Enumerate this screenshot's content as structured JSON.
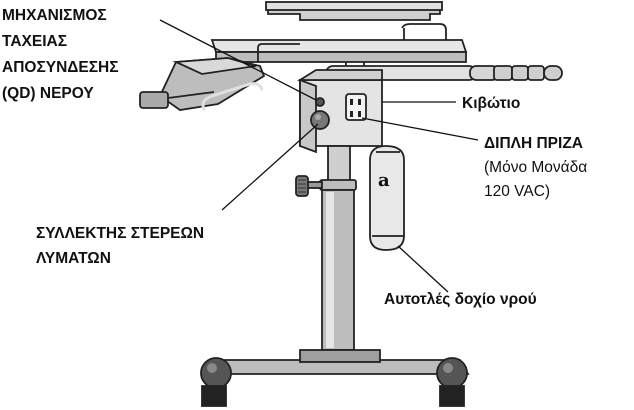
{
  "labels": {
    "qd_line1": "ΜΗΧΑΝΙΣΜΟΣ",
    "qd_line2": "ΤΑΧΕΙΑΣ",
    "qd_line3": "ΑΠΟΣΥΝΔΕΣΗΣ",
    "qd_line4": "(QD) ΝΕΡΟΥ",
    "box": "Κιβώτιο",
    "outlet_title": "ΔΙΠΛΗ ΠΡΙΖΑ",
    "outlet_note1": "(Μόνο Μονάδα",
    "outlet_note2": "120 VAC)",
    "collector_line1": "ΣΥΛΛΕΚΤΗΣ ΣΤΕΡΕΩΝ",
    "collector_line2": "ΛΥΜΑΤΩΝ",
    "reservoir": "Αυτοτλές δοχίο νρού"
  },
  "colors": {
    "outline": "#222222",
    "metal_fill": "#bdbdbd",
    "light_fill": "#e4e4e4",
    "dark_fill": "#555555"
  }
}
